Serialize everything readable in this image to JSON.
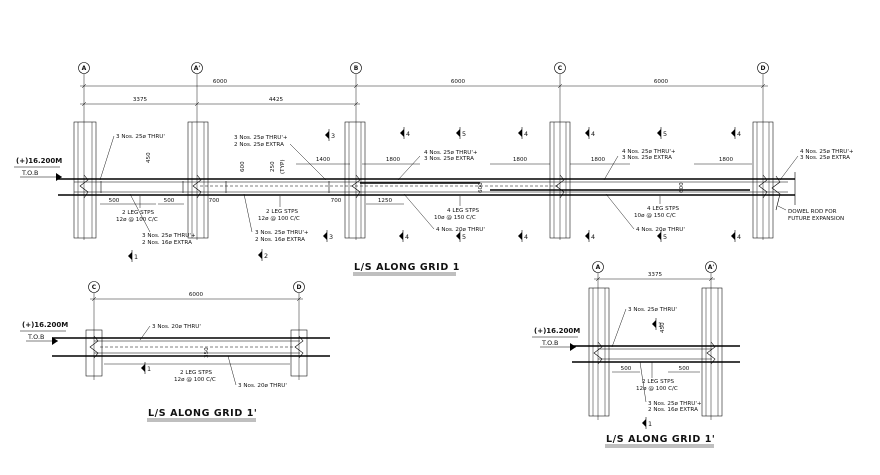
{
  "main_elevation": {
    "title": "L/S ALONG GRID 1",
    "grids": [
      "A",
      "A'",
      "B",
      "C",
      "D"
    ],
    "level": "(+)16.200M",
    "level_sub": "T.O.B",
    "overall_dims": [
      "6000",
      "6000",
      "6000"
    ],
    "sub_dims": [
      "3375",
      "4425"
    ],
    "bar_dims": {
      "d1": "500",
      "d2": "500",
      "d3": "700",
      "d4": "700",
      "d5": "1400",
      "d6": "1800",
      "d7": "1250",
      "d8": "1800",
      "d9": "1800",
      "d10": "1800"
    },
    "depth_labels": {
      "dp1": "450",
      "dp2": "600",
      "dp3": "250",
      "dp4": "(TYP)",
      "dp5": "600",
      "dp6": "600"
    },
    "notes": {
      "n1": "3 Nos. 25ø THRU'",
      "n2a": "3 Nos. 25ø THRU'+",
      "n2b": "2 Nos. 25ø EXTRA",
      "n3a": "4 Nos. 25ø THRU'+",
      "n3b": "3 Nos. 25ø EXTRA",
      "n4a": "4 Nos. 25ø THRU'+",
      "n4b": "3 Nos. 25ø EXTRA",
      "n5a": "4 Nos. 25ø THRU'+",
      "n5b": "3 Nos. 25ø EXTRA",
      "s1a": "2 LEG STPS",
      "s1b": "12ø @ 100 C/C",
      "s2a": "2 LEG STPS",
      "s2b": "12ø @ 100 C/C",
      "s3a": "4 LEG STPS",
      "s3b": "10ø @ 150 C/C",
      "s4a": "4 LEG STPS",
      "s4b": "10ø @ 150 C/C",
      "b1a": "3 Nos. 25ø THRU'+",
      "b1b": "2 Nos. 16ø EXTRA",
      "b2a": "3 Nos. 25ø THRU'+",
      "b2b": "2 Nos. 16ø EXTRA",
      "b3": "4 Nos. 20ø THRU'",
      "b4": "4 Nos. 20ø THRU'",
      "dowel_a": "DOWEL ROD FOR",
      "dowel_b": "FUTURE EXPANSION"
    },
    "section_marks": [
      "1",
      "2",
      "3",
      "4",
      "5"
    ]
  },
  "elev_grid1p_left": {
    "title": "L/S ALONG GRID 1'",
    "grids": [
      "C",
      "D"
    ],
    "span": "6000",
    "level": "(+)16.200M",
    "level_sub": "T.O.B",
    "top_note": "3 Nos. 20ø THRU'",
    "bot_note": "3 Nos. 20ø THRU'",
    "stp_a": "2 LEG STPS",
    "stp_b": "12ø @ 100 C/C",
    "depth": "350",
    "mark": "1"
  },
  "elev_grid1p_right": {
    "title": "L/S ALONG GRID 1'",
    "grids": [
      "A",
      "A'"
    ],
    "span": "3375",
    "level": "(+)16.200M",
    "level_sub": "T.O.B",
    "top_note": "3 Nos. 25ø THRU'",
    "dims": [
      "500",
      "500"
    ],
    "depth": "450",
    "stp_a": "2 LEG STPS",
    "stp_b": "12ø @ 100 C/C",
    "bot_a": "3 Nos. 25ø THRU'+",
    "bot_b": "2 Nos. 16ø EXTRA",
    "marks": [
      "1",
      "1"
    ]
  }
}
